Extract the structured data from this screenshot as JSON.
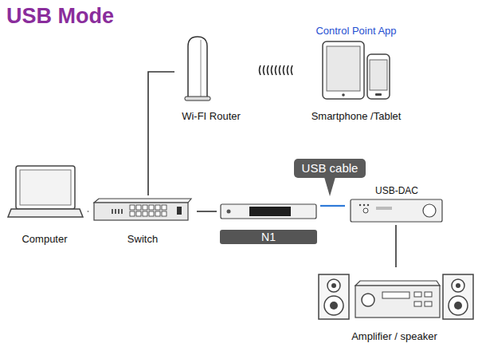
{
  "diagram": {
    "title": "USB Mode",
    "nodes": [
      {
        "text": [
          "Wi-FI Router"
        ]
      },
      {
        "text": [
          "Control Point App",
          "Smartphone /Tablet"
        ]
      },
      {
        "text": [
          "Computer"
        ]
      },
      {
        "text": [
          "Switch"
        ]
      },
      {
        "text": [
          "N1"
        ]
      },
      {
        "text": [
          "USB-DAC"
        ]
      },
      {
        "text": [
          "Amplifier / speaker"
        ]
      }
    ],
    "edges": [
      {
        "from": 2,
        "to": 3,
        "arrow": "none"
      },
      {
        "from": 3,
        "to": 0,
        "arrow": "none"
      },
      {
        "from": 3,
        "to": 4,
        "arrow": "none"
      },
      {
        "from": 4,
        "to": 5,
        "label": "USB cable",
        "arrow": "none"
      },
      {
        "from": 5,
        "to": 6,
        "arrow": "none"
      }
    ]
  }
}
